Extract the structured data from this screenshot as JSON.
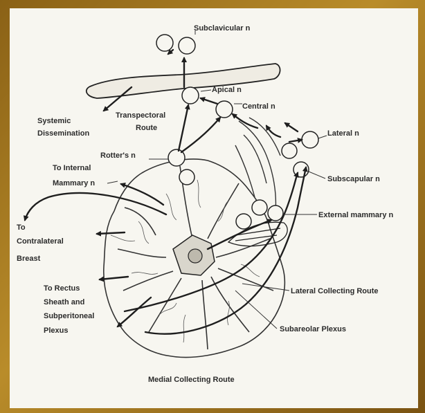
{
  "labels": {
    "subclavicular": "Subclavicular n",
    "apical": "Apical n",
    "central": "Central n",
    "systemic_1": "Systemic",
    "systemic_2": "Dissemination",
    "transpectoral_1": "Transpectoral",
    "transpectoral_2": "Route",
    "lateral": "Lateral n",
    "rotters": "Rotter's n",
    "to_internal_1": "To Internal",
    "to_internal_2": "Mammary n",
    "subscapular": "Subscapular n",
    "to_1": "To",
    "to_2": "Contralateral",
    "to_3": "Breast",
    "external_mammary": "External mammary n",
    "rectus_1": "To Rectus",
    "rectus_2": "Sheath and",
    "rectus_3": "Subperitoneal",
    "rectus_4": "Plexus",
    "lateral_collecting": "Lateral Collecting Route",
    "subareolar": "Subareolar Plexus",
    "medial_collecting": "Medial Collecting Route"
  }
}
